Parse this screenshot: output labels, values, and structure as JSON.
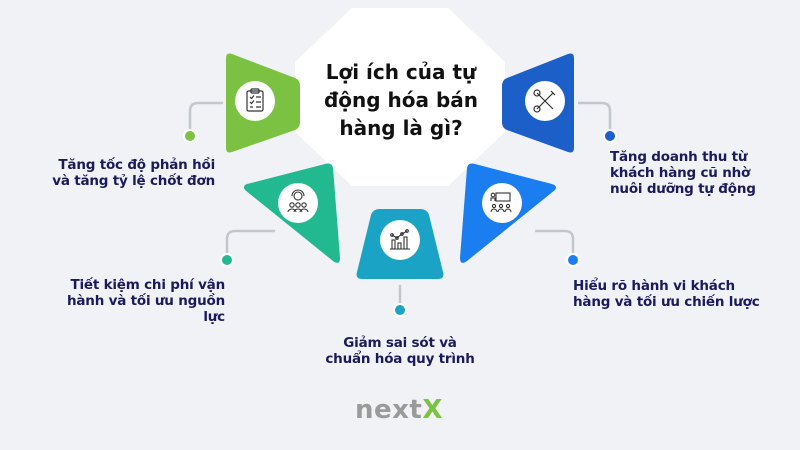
{
  "title": {
    "line1": "Lợi ích của tự",
    "line2": "động hóa bán",
    "line3": "hàng là gì?"
  },
  "benefits": [
    {
      "id": "response-speed",
      "line1": "Tăng tốc độ phản hồi",
      "line2": "và tăng tỷ lệ chốt đơn",
      "color": "#7cc242",
      "icon": "clipboard-checklist-icon"
    },
    {
      "id": "cost-saving",
      "line1": "Tiết kiệm chi phí vận",
      "line2": "hành và tối ưu nguồn lực",
      "color": "#22b890",
      "icon": "team-gear-icon"
    },
    {
      "id": "reduce-errors",
      "line1": "Giảm sai sót và",
      "line2": "chuẩn hóa quy trình",
      "color": "#1aa3c4",
      "icon": "bar-chart-icon"
    },
    {
      "id": "customer-insight",
      "line1": "Hiểu rõ hành vi khách",
      "line2": "hàng và tối ưu chiến lược",
      "color": "#1a7ef0",
      "icon": "presentation-audience-icon"
    },
    {
      "id": "revenue",
      "line1": "Tăng doanh thu từ",
      "line2": "khách hàng cũ nhờ",
      "line3": "nuôi dưỡng tự động",
      "color": "#1d5fc9",
      "icon": "tools-wrench-screwdriver-icon"
    }
  ],
  "logo": {
    "part1": "next",
    "part2": "X"
  }
}
